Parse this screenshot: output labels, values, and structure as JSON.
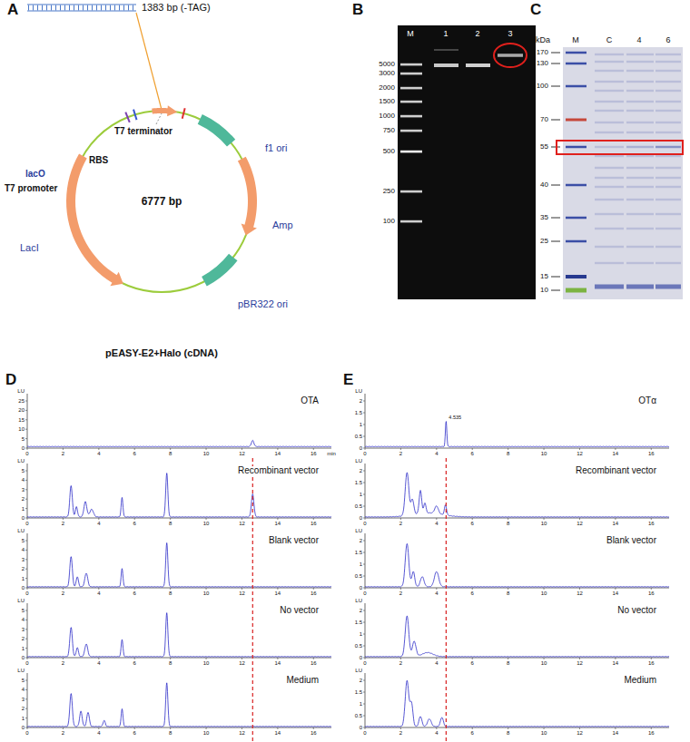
{
  "diagram": {
    "nodes": [
      {
        "text": [
          "6777 bp",
          "pEASY-E2+Halo (cDNA)"
        ]
      },
      {
        "text": [
          "OTA"
        ]
      },
      {
        "text": [
          "Recombinant vector"
        ]
      },
      {
        "text": [
          "Blank vector"
        ]
      },
      {
        "text": [
          "No vector"
        ]
      },
      {
        "text": [
          "Medium"
        ]
      },
      {
        "text": [
          "OTα"
        ]
      },
      {
        "text": [
          "Recombinant vector"
        ]
      },
      {
        "text": [
          "Blank vector"
        ]
      },
      {
        "text": [
          "No vector"
        ]
      },
      {
        "text": [
          "Medium"
        ]
      }
    ],
    "labels": [
      "A",
      "1383 bp (-TAG)",
      "T7 terminator",
      "RBS",
      "lacO",
      "T7 promoter",
      "LacI",
      "f1 ori",
      "Amp",
      "pBR322 ori",
      "B",
      "M",
      "1",
      "2",
      "3",
      "5000",
      "3000",
      "2000",
      "1500",
      "1000",
      "750",
      "500",
      "250",
      "100",
      "C",
      "M",
      "C",
      "4",
      "6",
      "kDa",
      "170",
      "130",
      "100",
      "70",
      "55",
      "40",
      "35",
      "25",
      "15",
      "10",
      "D",
      "E",
      "4.535",
      "LU",
      "25",
      "20",
      "15",
      "10",
      "5",
      "0",
      "0",
      "2",
      "4",
      "6",
      "8",
      "10",
      "12",
      "14",
      "16",
      "min",
      "LU",
      "5",
      "4",
      "3",
      "2",
      "1",
      "0",
      "0",
      "2",
      "4",
      "6",
      "8",
      "10",
      "12",
      "14",
      "16",
      "LU",
      "5",
      "4",
      "3",
      "2",
      "1",
      "0",
      "0",
      "2",
      "4",
      "6",
      "8",
      "10",
      "12",
      "14",
      "16",
      "LU",
      "5",
      "4",
      "3",
      "2",
      "1",
      "0",
      "0",
      "2",
      "4",
      "6",
      "8",
      "10",
      "12",
      "14",
      "16",
      "LU",
      "5",
      "4",
      "3",
      "2",
      "1",
      "0",
      "0",
      "2",
      "4",
      "6",
      "8",
      "10",
      "12",
      "14",
      "16",
      "LU",
      "2",
      "1.5",
      "1",
      "0.5",
      "0",
      "0",
      "2",
      "4",
      "6",
      "8",
      "10",
      "12",
      "14",
      "16",
      "LU",
      "2",
      "1.5",
      "1",
      "0.5",
      "0",
      "0",
      "2",
      "4",
      "6",
      "8",
      "10",
      "12",
      "14",
      "16",
      "LU",
      "2",
      "1.5",
      "1",
      "0.5",
      "0",
      "0",
      "2",
      "4",
      "6",
      "8",
      "10",
      "12",
      "14",
      "16",
      "LU",
      "2",
      "1.5",
      "1",
      "0.5",
      "0",
      "0",
      "2",
      "4",
      "6",
      "8",
      "10",
      "12",
      "14",
      "16",
      "LU",
      "2",
      "1.5",
      "1",
      "0.5",
      "0",
      "0",
      "2",
      "4",
      "6",
      "8",
      "10",
      "12",
      "14",
      "16"
    ]
  }
}
